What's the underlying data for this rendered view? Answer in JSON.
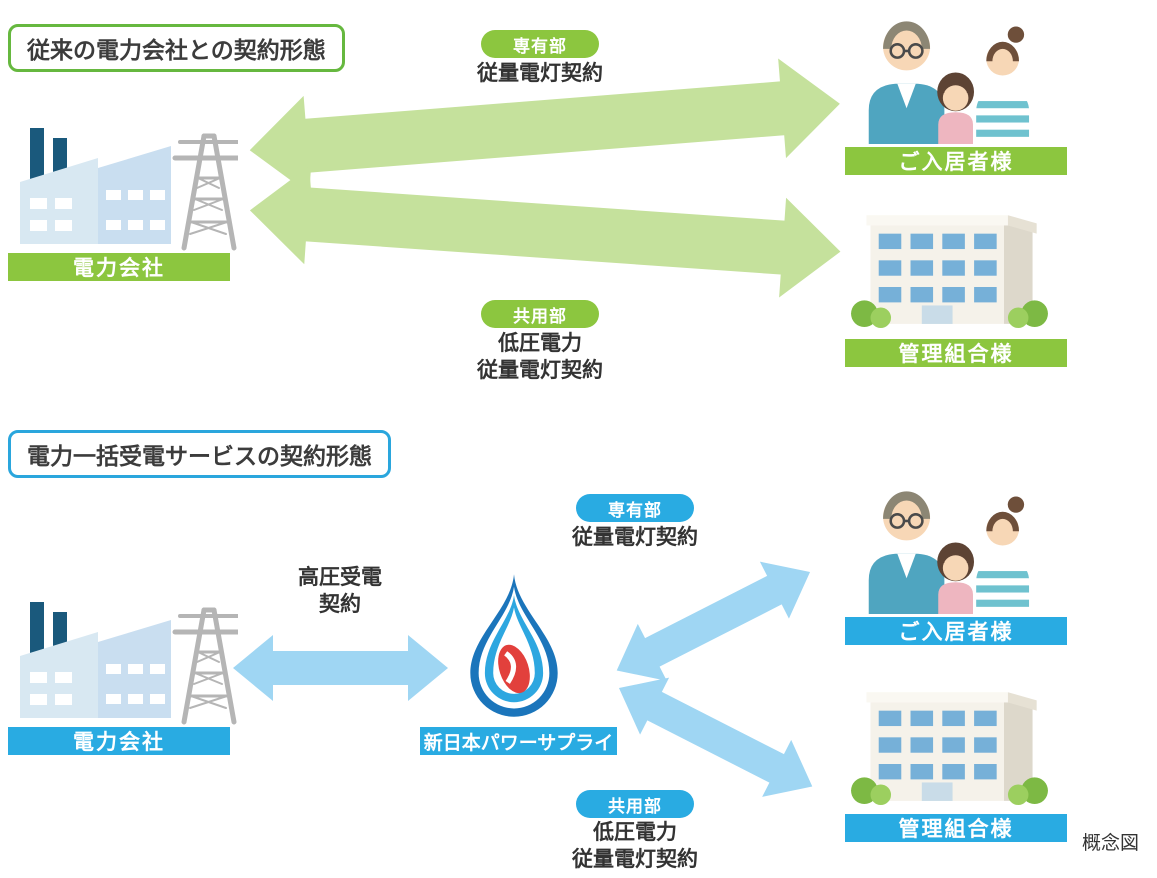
{
  "colors": {
    "green": "#8cc63f",
    "green_arrow": "#c5e19c",
    "green_border": "#66b83f",
    "blue": "#29abe2",
    "blue_arrow": "#9fd6f3",
    "text_dark": "#333333"
  },
  "icons": {
    "power-plant-icon": "factory with chimneys and transmission tower (CSS/SVG shapes)",
    "residents-family-icon": "family of three people (CSS/SVG shapes)",
    "apartment-building-icon": "apartment building with bushes (CSS/SVG shapes)",
    "supplier-logo-icon": "blue water-drop / flame swirl with red center (CSS/SVG shapes)"
  },
  "legacy": {
    "title": "従来の電力会社との契約形態",
    "power_company": "電力会社",
    "residents": "ご入居者様",
    "association": "管理組合様",
    "private_badge": "専有部",
    "private_contract": "従量電灯契約",
    "shared_badge": "共用部",
    "shared_contract_line1": "低圧電力",
    "shared_contract_line2": "従量電灯契約"
  },
  "bulk": {
    "title": "電力一括受電サービスの契約形態",
    "power_company": "電力会社",
    "supplier": "新日本パワーサプライ",
    "residents": "ご入居者様",
    "association": "管理組合様",
    "hv_line1": "高圧受電",
    "hv_line2": "契約",
    "private_badge": "専有部",
    "private_contract": "従量電灯契約",
    "shared_badge": "共用部",
    "shared_contract_line1": "低圧電力",
    "shared_contract_line2": "従量電灯契約"
  },
  "footer_note": "概念図"
}
